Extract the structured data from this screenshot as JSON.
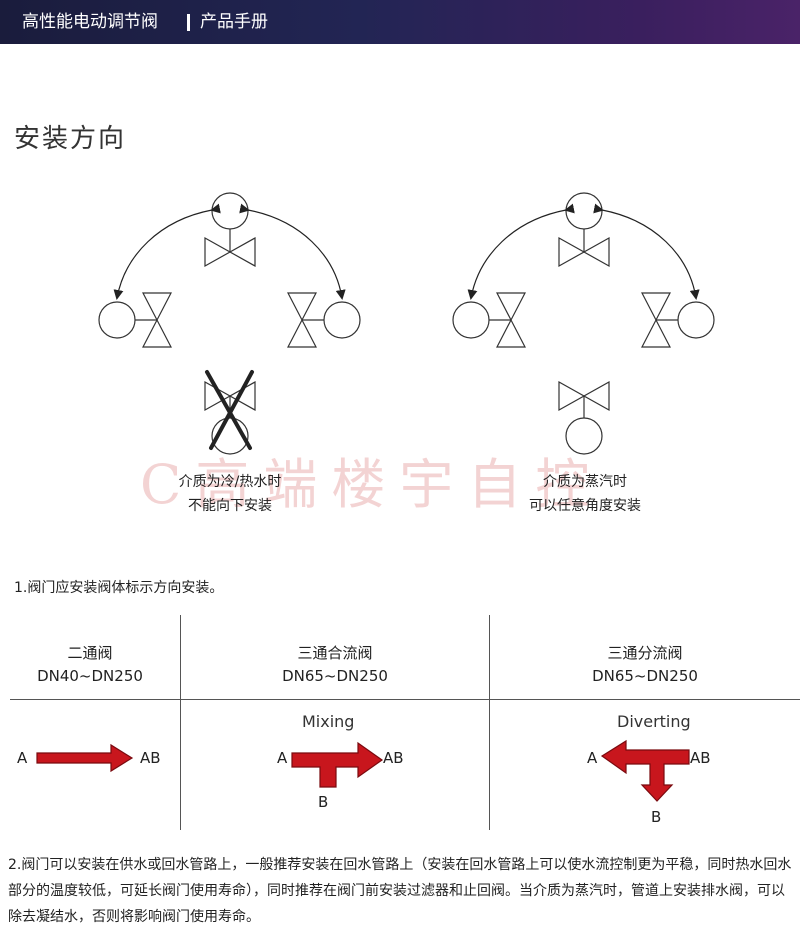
{
  "header": {
    "product": "高性能电动调节阀",
    "doc_type": "产品手册"
  },
  "section": {
    "title": "安装方向"
  },
  "watermark": "C高端楼宇自控",
  "diagrams": {
    "left_caption_line1": "介质为冷/热水时",
    "left_caption_line2": "不能向下安装",
    "right_caption_line1": "介质为蒸汽时",
    "right_caption_line2": "可以任意角度安装"
  },
  "note1": "1.阀门应安装阀体标示方向安装。",
  "table": {
    "columns": [
      {
        "name": "二通阀",
        "range": "DN40~DN250",
        "mode": "",
        "labels": {
          "a": "A",
          "ab": "AB",
          "b": ""
        }
      },
      {
        "name": "三通合流阀",
        "range": "DN65~DN250",
        "mode": "Mixing",
        "labels": {
          "a": "A",
          "ab": "AB",
          "b": "B"
        }
      },
      {
        "name": "三通分流阀",
        "range": "DN65~DN250",
        "mode": "Diverting",
        "labels": {
          "a": "A",
          "ab": "AB",
          "b": "B"
        }
      }
    ]
  },
  "note2": "2.阀门可以安装在供水或回水管路上，一般推荐安装在回水管路上（安装在回水管路上可以使水流控制更为平稳，同时热水回水部分的温度较低，可延长阀门使用寿命），同时推荐在阀门前安装过滤器和止回阀。当介质为蒸汽时，管道上安装排水阀，可以除去凝结水，否则将影响阀门使用寿命。",
  "colors": {
    "arrow_fill": "#c8161d",
    "arrow_stroke": "#7a0a0f",
    "header_bg": "#1f2350",
    "watermark": "#f3d3d3"
  }
}
